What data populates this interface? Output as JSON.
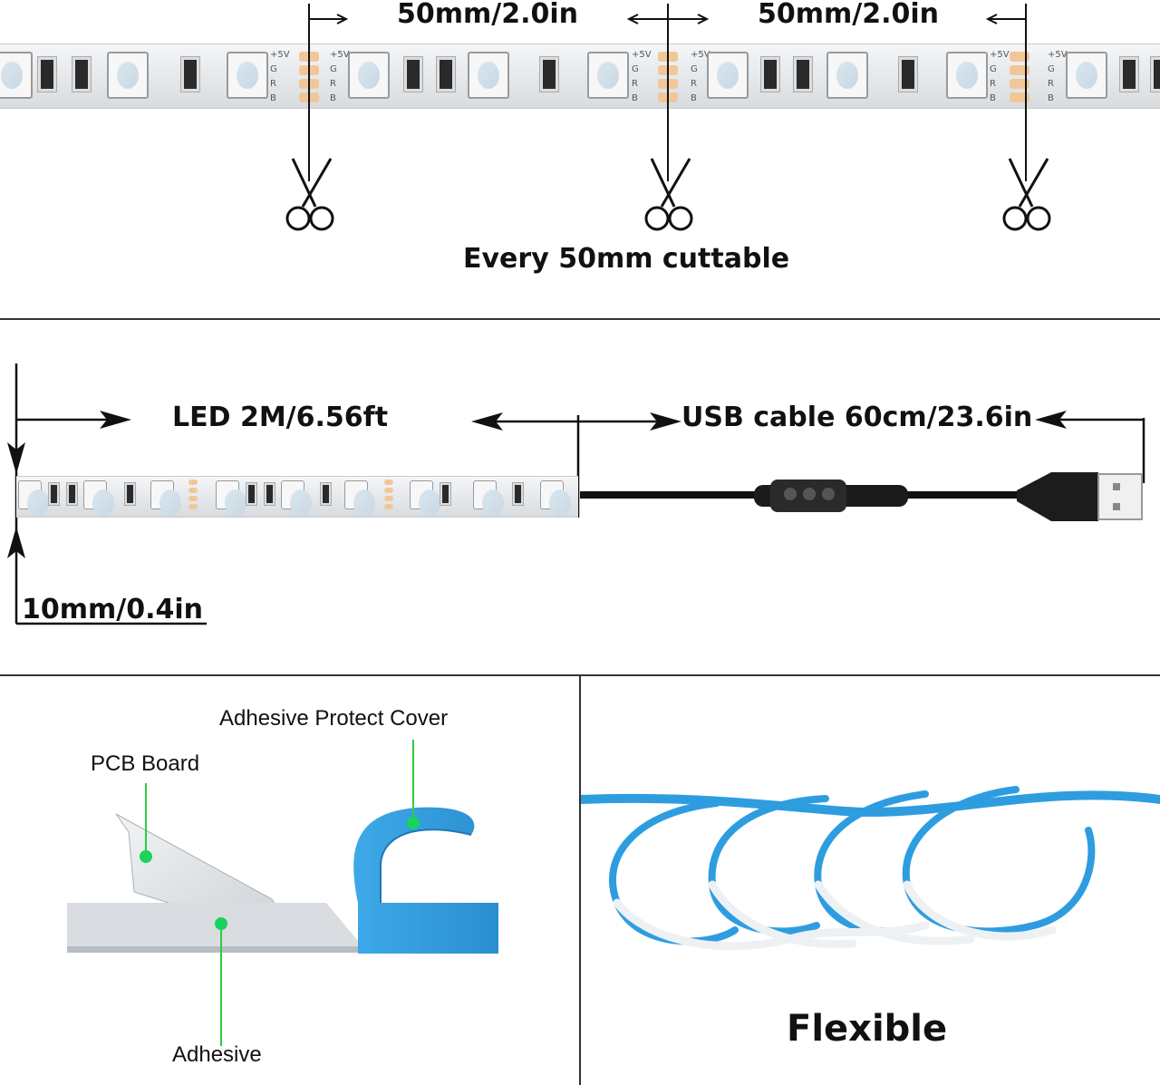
{
  "section_cut": {
    "dim_left": "50mm/2.0in",
    "dim_right": "50mm/2.0in",
    "caption": "Every 50mm cuttable",
    "pad_labels": [
      "+5V",
      "G",
      "R",
      "B"
    ]
  },
  "section_size": {
    "led_length": "LED 2M/6.56ft",
    "usb_length": "USB cable 60cm/23.6in",
    "width": "10mm/0.4in"
  },
  "section_layers": {
    "cover": "Adhesive Protect Cover",
    "pcb": "PCB Board",
    "adhesive": "Adhesive"
  },
  "section_flex": {
    "caption": "Flexible"
  },
  "colors": {
    "strip_blue": "#2e9de0",
    "pointer_green": "#19d35a",
    "copper_pad": "#f1c79a"
  }
}
